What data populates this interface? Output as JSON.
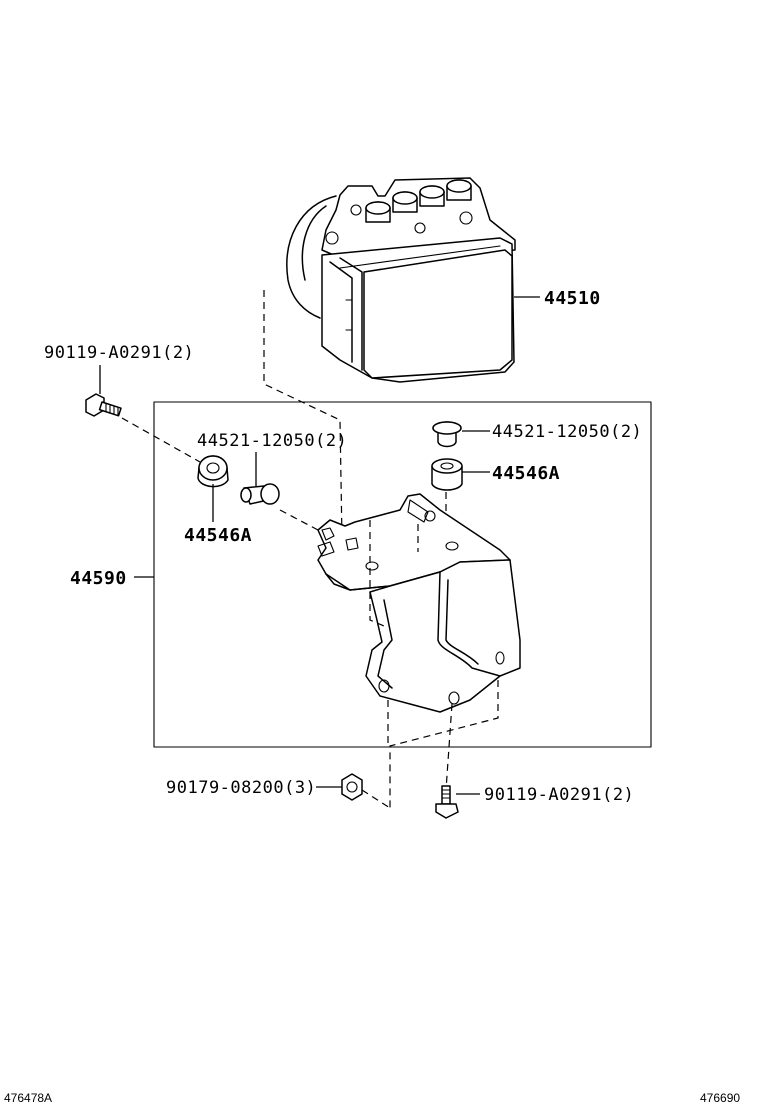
{
  "parts": {
    "actuator": "44510",
    "bracket": "44590",
    "bolt_top_left": "90119-A0291(2)",
    "collar_left": "44521-12050(2)",
    "grommet_left": "44546A",
    "collar_right": "44521-12050(2)",
    "grommet_right": "44546A",
    "nut_bottom": "90179-08200(3)",
    "bolt_bottom": "90119-A0291(2)"
  },
  "footer": {
    "left_code": "476478A",
    "right_code": "476690"
  }
}
